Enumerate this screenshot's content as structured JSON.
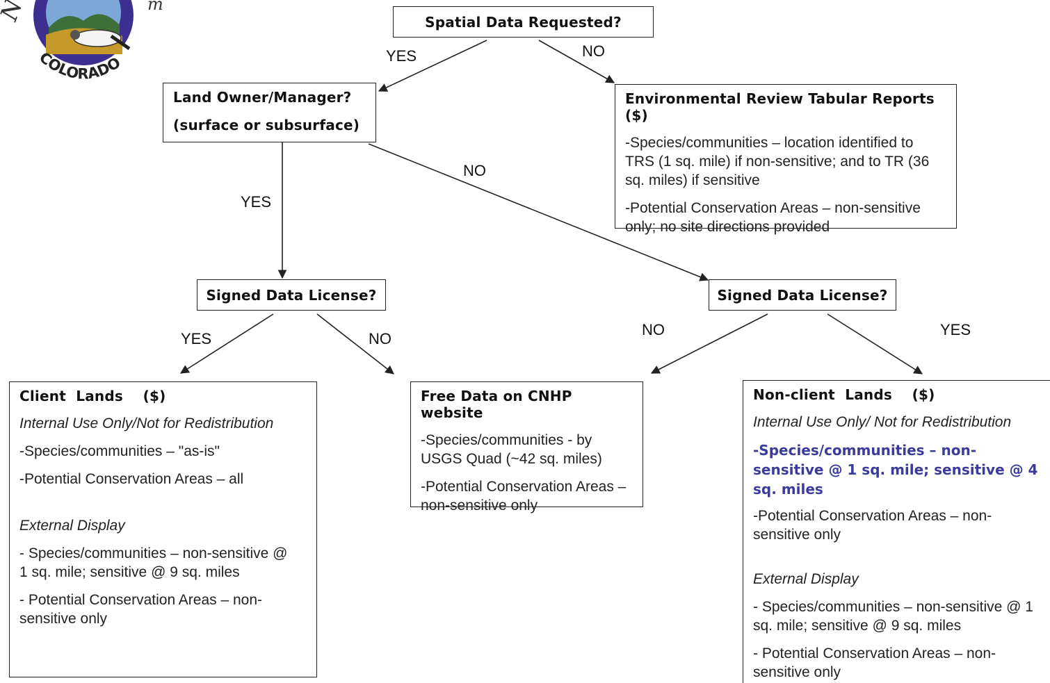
{
  "logo": {
    "text": "COLORADO",
    "colors": {
      "ring": "#3c2f8f",
      "inner": "#7ba8d6",
      "gold": "#c69a2a"
    }
  },
  "nodes": {
    "spatial_q": "Spatial Data Requested?",
    "landowner_q": {
      "line1": "Land Owner/Manager?",
      "line2": "(surface or subsurface)"
    },
    "license_left_q": "Signed Data License?",
    "license_right_q": "Signed Data License?",
    "env_review": {
      "title": "Environmental Review Tabular Reports ($)",
      "lines": [
        "-Species/communities – location identified to TRS (1 sq. mile) if non-sensitive;  and to TR (36 sq. miles) if sensitive",
        "-Potential Conservation Areas – non-sensitive only; no site directions provided"
      ]
    },
    "client_lands": {
      "title": "Client  Lands    ($)",
      "internal_heading": "Internal Use Only/Not for Redistribution",
      "internal_lines": [
        "-Species/communities – \"as-is\"",
        "-Potential Conservation Areas – all"
      ],
      "external_heading": "External Display",
      "external_lines": [
        "- Species/communities – non-sensitive @ 1 sq. mile; sensitive @ 9 sq. miles",
        "- Potential Conservation Areas – non-sensitive only"
      ]
    },
    "free_data": {
      "title": "Free Data on CNHP website",
      "lines": [
        "-Species/communities - by USGS Quad (~42 sq. miles)",
        "-Potential Conservation Areas – non-sensitive  only"
      ]
    },
    "nonclient_lands": {
      "title": "Non-client  Lands    ($)",
      "internal_heading": "Internal Use Only/ Not for Redistribution",
      "highlight": "-Species/communities – non-sensitive @ 1 sq. mile; sensitive @ 4 sq. miles",
      "internal_lines": [
        "-Potential Conservation Areas – non-sensitive only"
      ],
      "external_heading": "External Display",
      "external_lines": [
        "- Species/communities – non-sensitive @ 1 sq. mile; sensitive @ 9 sq. miles",
        "- Potential Conservation Areas – non-sensitive only"
      ]
    }
  },
  "edge_labels": {
    "spatial_yes": "YES",
    "spatial_no": "NO",
    "landowner_yes": "YES",
    "landowner_no": "NO",
    "left_license_yes": "YES",
    "left_license_no": "NO",
    "right_license_no": "NO",
    "right_license_yes": "YES"
  },
  "colors": {
    "highlight": "#3b3b9e",
    "border": "#222222"
  }
}
